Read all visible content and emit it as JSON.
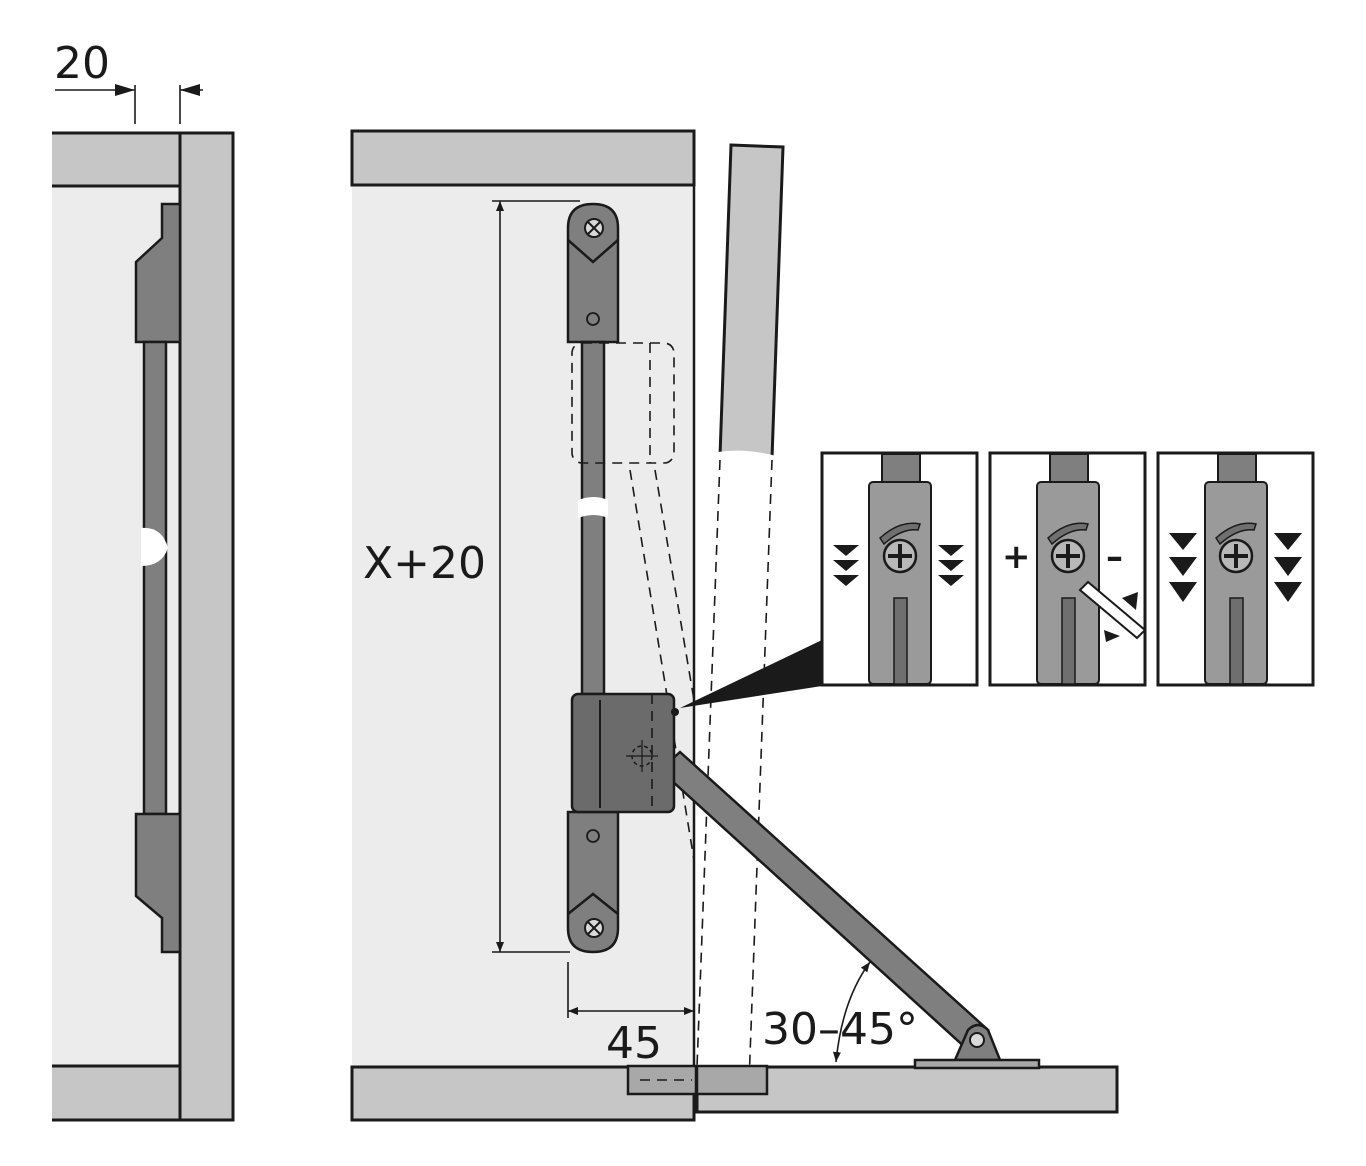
{
  "labels": {
    "offset_dim": "20",
    "height_dim": "X+20",
    "depth_dim": "45",
    "angle_dim": "30–45°"
  },
  "adjustment": {
    "plus": "+",
    "minus": "–"
  },
  "colors": {
    "panel": "#c6c6c6",
    "interior": "#ececec",
    "hardware": "#7f7f7f",
    "line": "#1a1a1a"
  }
}
